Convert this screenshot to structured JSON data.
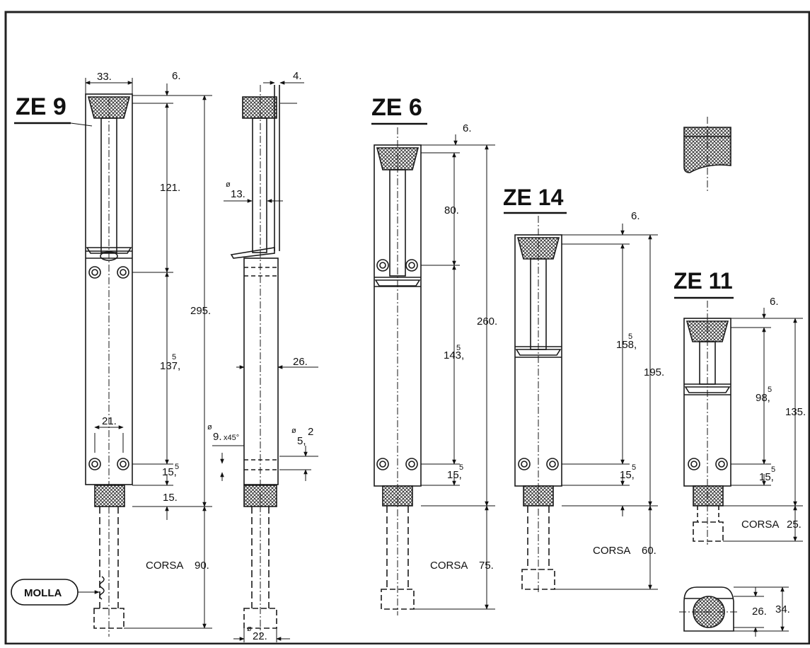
{
  "models": {
    "ze9": {
      "name": "ZE 9",
      "width": "33.",
      "top_offset": "6.",
      "upper_length": "121.",
      "total_length": "295.",
      "lower_length": "137,",
      "lower_length_sup": "5",
      "hole_spacing": "21.",
      "hole_offset": "15,",
      "hole_offset_sup": "5",
      "base_height": "15.",
      "stroke_label": "CORSA",
      "stroke_value": "90.",
      "spring_label": "MOLLA"
    },
    "ze9_side": {
      "thickness": "4.",
      "rod_diameter": "13.",
      "body_depth": "26.",
      "chamfer_main": "9.",
      "chamfer_sub": "x45°",
      "pin_main": "5,",
      "pin_sup": "2",
      "foot_diameter": "22."
    },
    "ze6": {
      "name": "ZE 6",
      "top_offset": "6.",
      "upper_length": "80.",
      "total_length": "260.",
      "lower_length": "143,",
      "lower_length_sup": "5",
      "hole_offset": "15,",
      "hole_offset_sup": "5",
      "stroke_label": "CORSA",
      "stroke_value": "75."
    },
    "ze14": {
      "name": "ZE 14",
      "top_offset": "6.",
      "lower_length": "158,",
      "lower_length_sup": "5",
      "total_length": "195.",
      "hole_offset": "15,",
      "hole_offset_sup": "5",
      "stroke_label": "CORSA",
      "stroke_value": "60."
    },
    "ze11": {
      "name": "ZE 11",
      "top_offset": "6.",
      "lower_length": "98,",
      "lower_length_sup": "5",
      "total_length": "135.",
      "hole_offset": "15,",
      "hole_offset_sup": "5",
      "stroke_label": "CORSA",
      "stroke_value": "25."
    },
    "foot_detail": {
      "diameter": "26.",
      "height": "34."
    }
  },
  "symbols": {
    "diameter": "ø"
  },
  "colors": {
    "line": "#1a1a1a",
    "fill_body": "#ffffff"
  }
}
